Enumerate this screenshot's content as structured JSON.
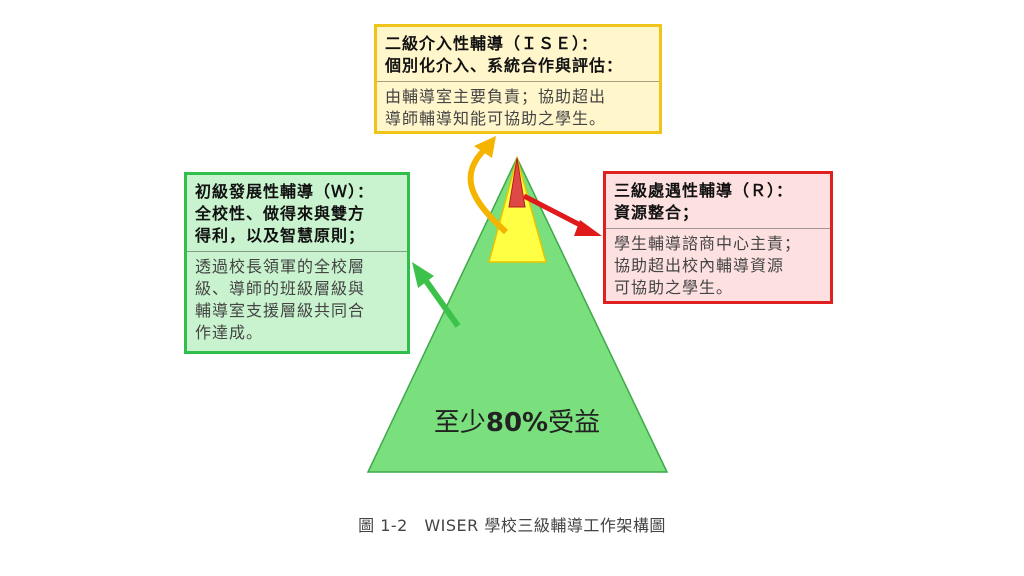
{
  "pyramid": {
    "center_label": "至少80%受益",
    "colors": {
      "base": "#79e07d",
      "middle": "#ffff44",
      "top": "#e04848"
    }
  },
  "boxes": {
    "ise": {
      "title_lines": [
        "二級介入性輔導（ＩＳＥ）：",
        "個別化介入、系統合作與評估："
      ],
      "body_lines": [
        "由輔導室主要負責；協助超出",
        "導師輔導知能可協助之學生。"
      ],
      "border_color": "#f0c419",
      "fill_color": "#fff6cc"
    },
    "w": {
      "title_lines": [
        "初級發展性輔導（Ｗ）：",
        "全校性、做得來與雙方",
        "得利，以及智慧原則；"
      ],
      "body_lines": [
        "透過校長領軍的全校層",
        "級、導師的班級層級與",
        "輔導室支援層級共同合",
        "作達成。"
      ],
      "border_color": "#2fbf4a",
      "fill_color": "#c9f3cf"
    },
    "r": {
      "title_lines": [
        "三級處遇性輔導（Ｒ）：",
        "資源整合；"
      ],
      "body_lines": [
        "學生輔導諮商中心主責；",
        "協助超出校內輔導資源",
        "可協助之學生。"
      ],
      "border_color": "#e02020",
      "fill_color": "#fde0e0"
    }
  },
  "arrows": {
    "ise_color": "#f5b400",
    "w_color": "#3cc24a",
    "r_color": "#e01a1a"
  },
  "caption": "圖 1-2　WISER 學校三級輔導工作架構圖"
}
